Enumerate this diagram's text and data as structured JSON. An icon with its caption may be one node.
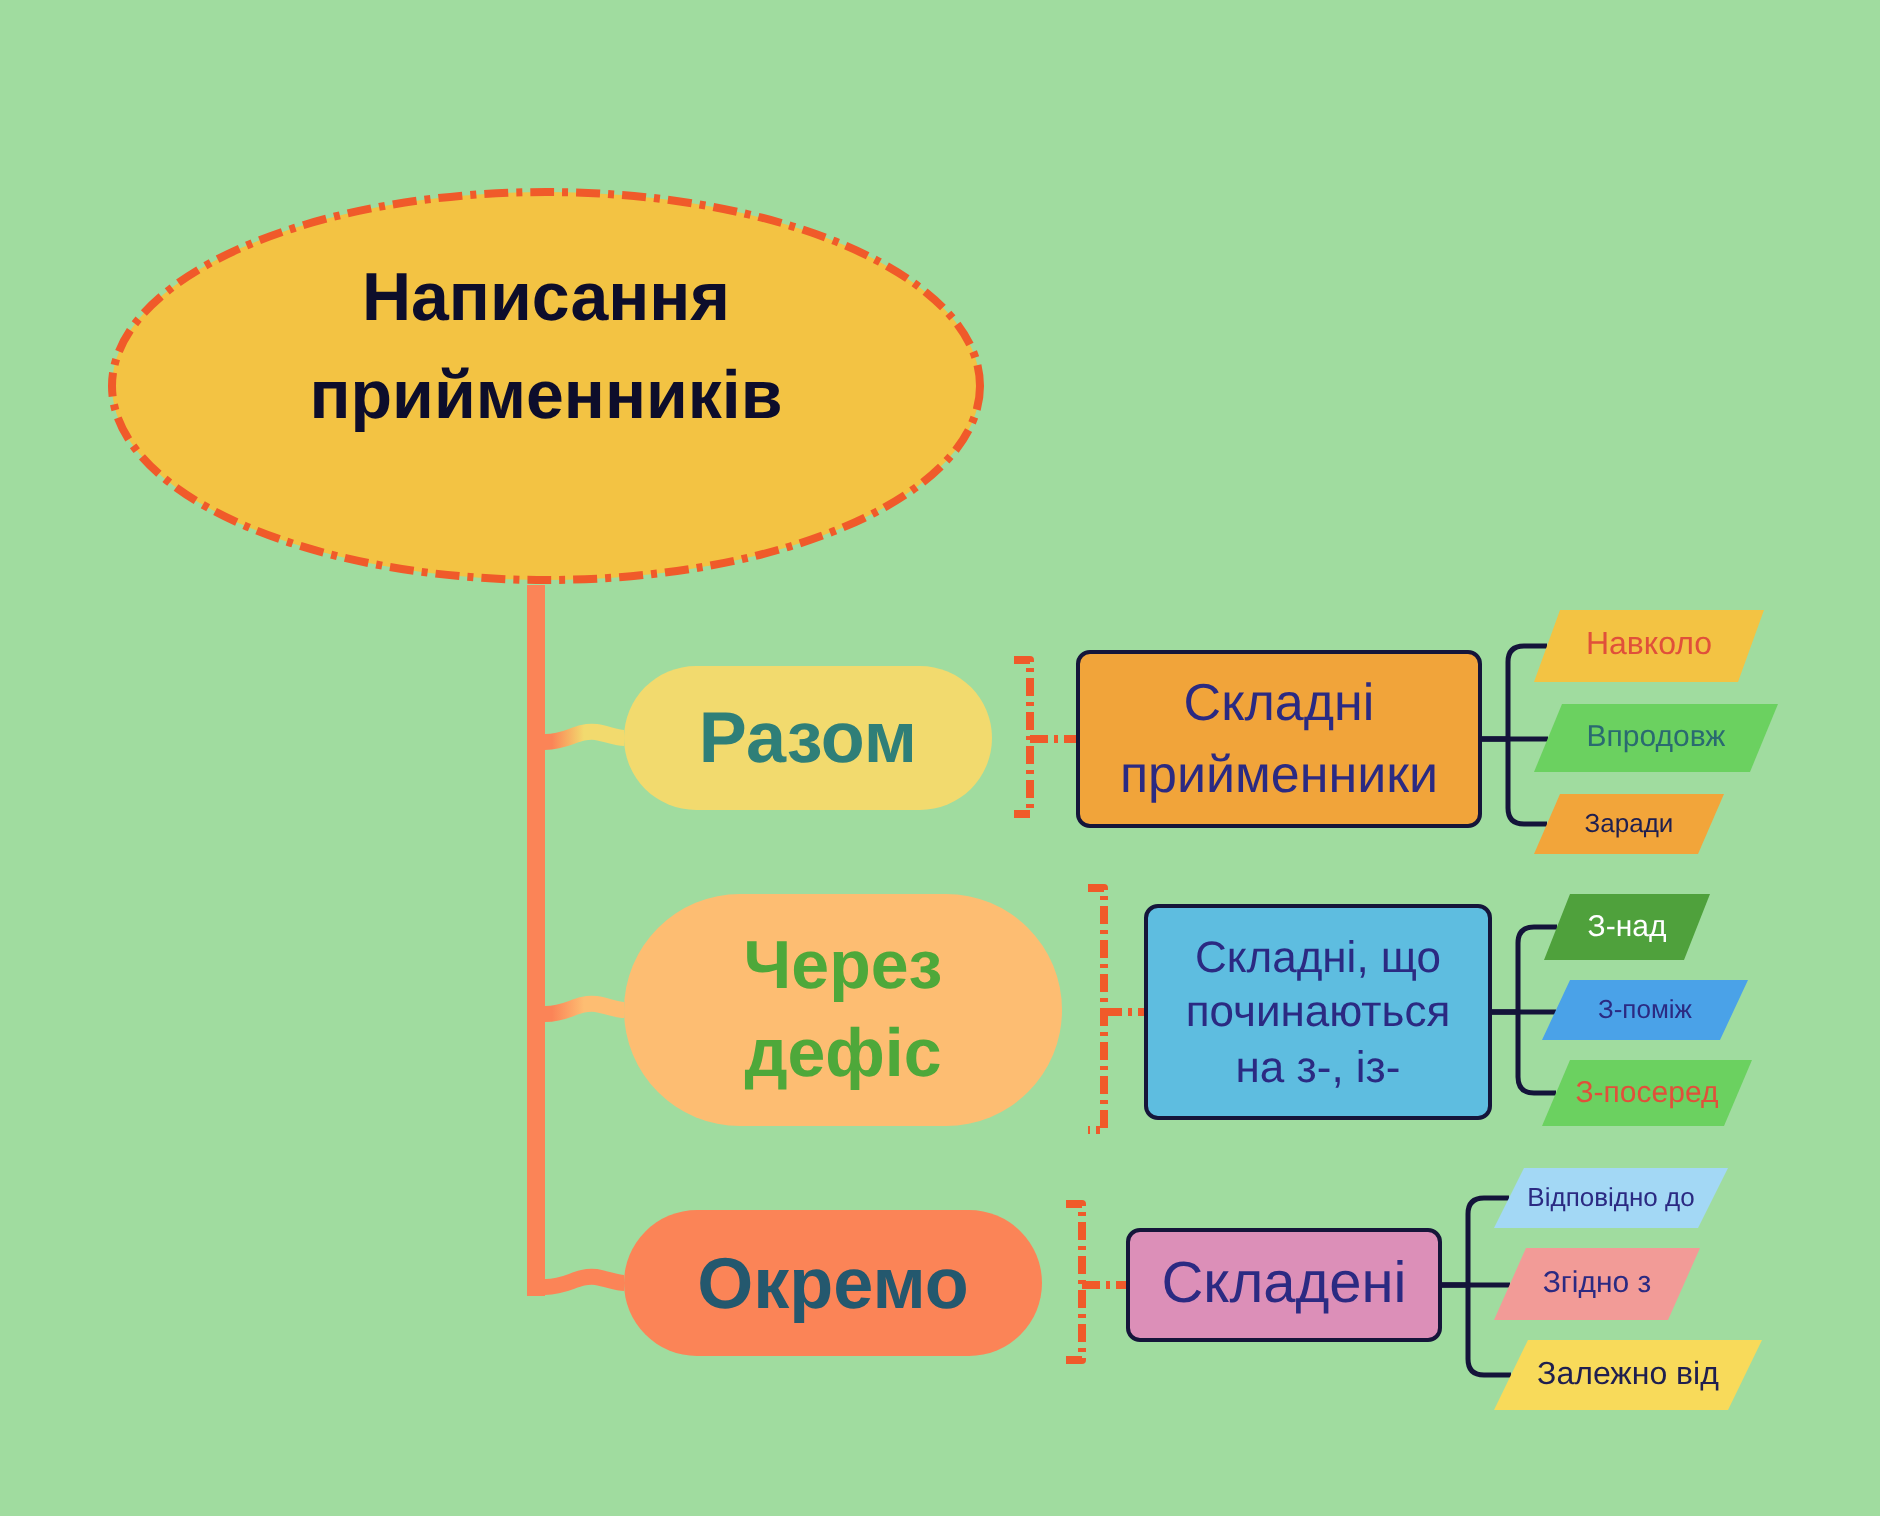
{
  "diagram": {
    "nodes": [
      {
        "text": [
          "Написання прийменників"
        ]
      },
      {
        "text": [
          "Разом"
        ]
      },
      {
        "text": [
          "Складні прийменники"
        ]
      },
      {
        "text": [
          "Навколо"
        ]
      },
      {
        "text": [
          "Впродовж"
        ]
      },
      {
        "text": [
          "Заради"
        ]
      },
      {
        "text": [
          "Через дефіс"
        ]
      },
      {
        "text": [
          "Складні, що починаються на з-, із-"
        ]
      },
      {
        "text": [
          "З-над"
        ]
      },
      {
        "text": [
          "З-поміж"
        ]
      },
      {
        "text": [
          "З-посеред"
        ]
      },
      {
        "text": [
          "Окремо"
        ]
      },
      {
        "text": [
          "Складені"
        ]
      },
      {
        "text": [
          "Відповідно до"
        ]
      },
      {
        "text": [
          "Згідно з"
        ]
      },
      {
        "text": [
          "Залежно від"
        ]
      }
    ],
    "edges": [
      {
        "from": 0,
        "to": 1,
        "arrow": "none",
        "style": "thick",
        "color": "#fb8457"
      },
      {
        "from": 0,
        "to": 6,
        "arrow": "none",
        "style": "thick",
        "color": "#fb8457"
      },
      {
        "from": 0,
        "to": 11,
        "arrow": "none",
        "style": "thick",
        "color": "#fb8457"
      },
      {
        "from": 1,
        "to": 2,
        "arrow": "none",
        "style": "dashed",
        "color": "#f05a2a"
      },
      {
        "from": 2,
        "to": 3,
        "arrow": "none"
      },
      {
        "from": 2,
        "to": 4,
        "arrow": "none"
      },
      {
        "from": 2,
        "to": 5,
        "arrow": "none"
      },
      {
        "from": 6,
        "to": 7,
        "arrow": "none",
        "style": "dashed",
        "color": "#f05a2a"
      },
      {
        "from": 7,
        "to": 8,
        "arrow": "none"
      },
      {
        "from": 7,
        "to": 9,
        "arrow": "none"
      },
      {
        "from": 7,
        "to": 10,
        "arrow": "none"
      },
      {
        "from": 11,
        "to": 12,
        "arrow": "none",
        "style": "dashed",
        "color": "#f05a2a"
      },
      {
        "from": 12,
        "to": 13,
        "arrow": "none"
      },
      {
        "from": 12,
        "to": 14,
        "arrow": "none"
      },
      {
        "from": 12,
        "to": 15,
        "arrow": "none"
      }
    ]
  }
}
